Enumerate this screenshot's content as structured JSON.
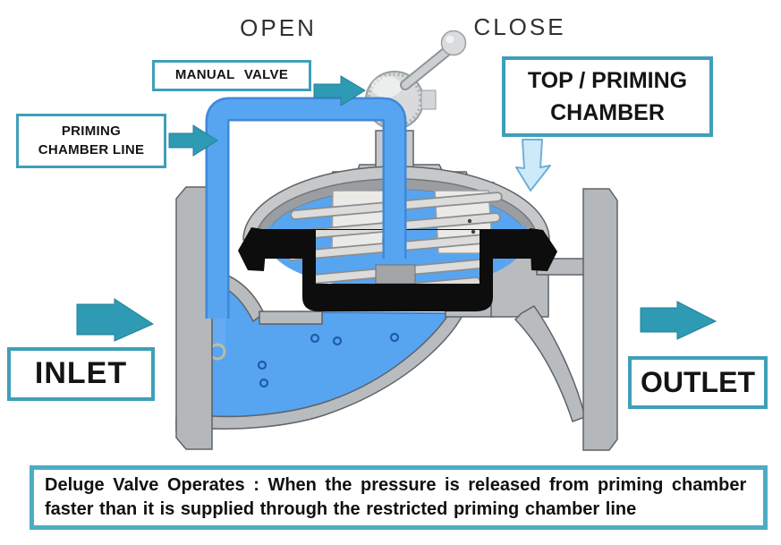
{
  "diagram_title": "Deluge valve cross-section diagram",
  "state_labels": {
    "open": "OPEN",
    "close": "CLOSE"
  },
  "callouts": {
    "manual_valve": {
      "label": "MANUAL VALVE"
    },
    "priming_chamber_line": {
      "line1": "PRIMING",
      "line2": "CHAMBER LINE"
    },
    "top_priming_chamber": {
      "line1": "TOP / PRIMING",
      "line2": "CHAMBER"
    },
    "inlet": {
      "label": "INLET"
    },
    "outlet": {
      "label": "OUTLET"
    }
  },
  "caption": {
    "line1": "Deluge Valve Operates : When the pressure is released from priming chamber",
    "line2": "faster than it is supplied through the restricted priming chamber line"
  },
  "icons": {
    "inlet_flow_arrow": "right-arrow",
    "outlet_flow_arrow": "right-arrow",
    "manual_valve_pointer_arrow": "right-arrow",
    "priming_line_pointer_arrow": "right-arrow",
    "top_chamber_pointer_arrow": "down-arrow"
  },
  "colors": {
    "accent_teal": "#2e9ab3",
    "box_border_teal": "#3f9fb8",
    "caption_border_teal": "#4cacc4",
    "water_blue": "#57a5f0",
    "pipe_blue_edge": "#3f87d9",
    "body_gray": "#b9bcbf",
    "diaphragm_black": "#0d0d0d",
    "light_arrow_fill": "#cdeafb",
    "light_arrow_border": "#6fb0d8"
  }
}
